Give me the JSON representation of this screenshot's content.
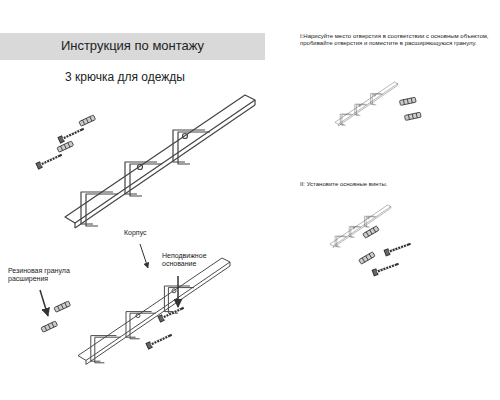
{
  "diagram": {
    "title": "Инструкция по монтажу",
    "labels": [
      "3 крючка для одежды",
      "Корпус",
      "Неподвижное основание",
      "Резиновая гранула расширения",
      "I:Нарисуйте место отверстия в соответствии с основным объектом, пробивайте отверстия и поместите в расширяющуюся гранулу.",
      "II: Установите основные винты."
    ]
  }
}
